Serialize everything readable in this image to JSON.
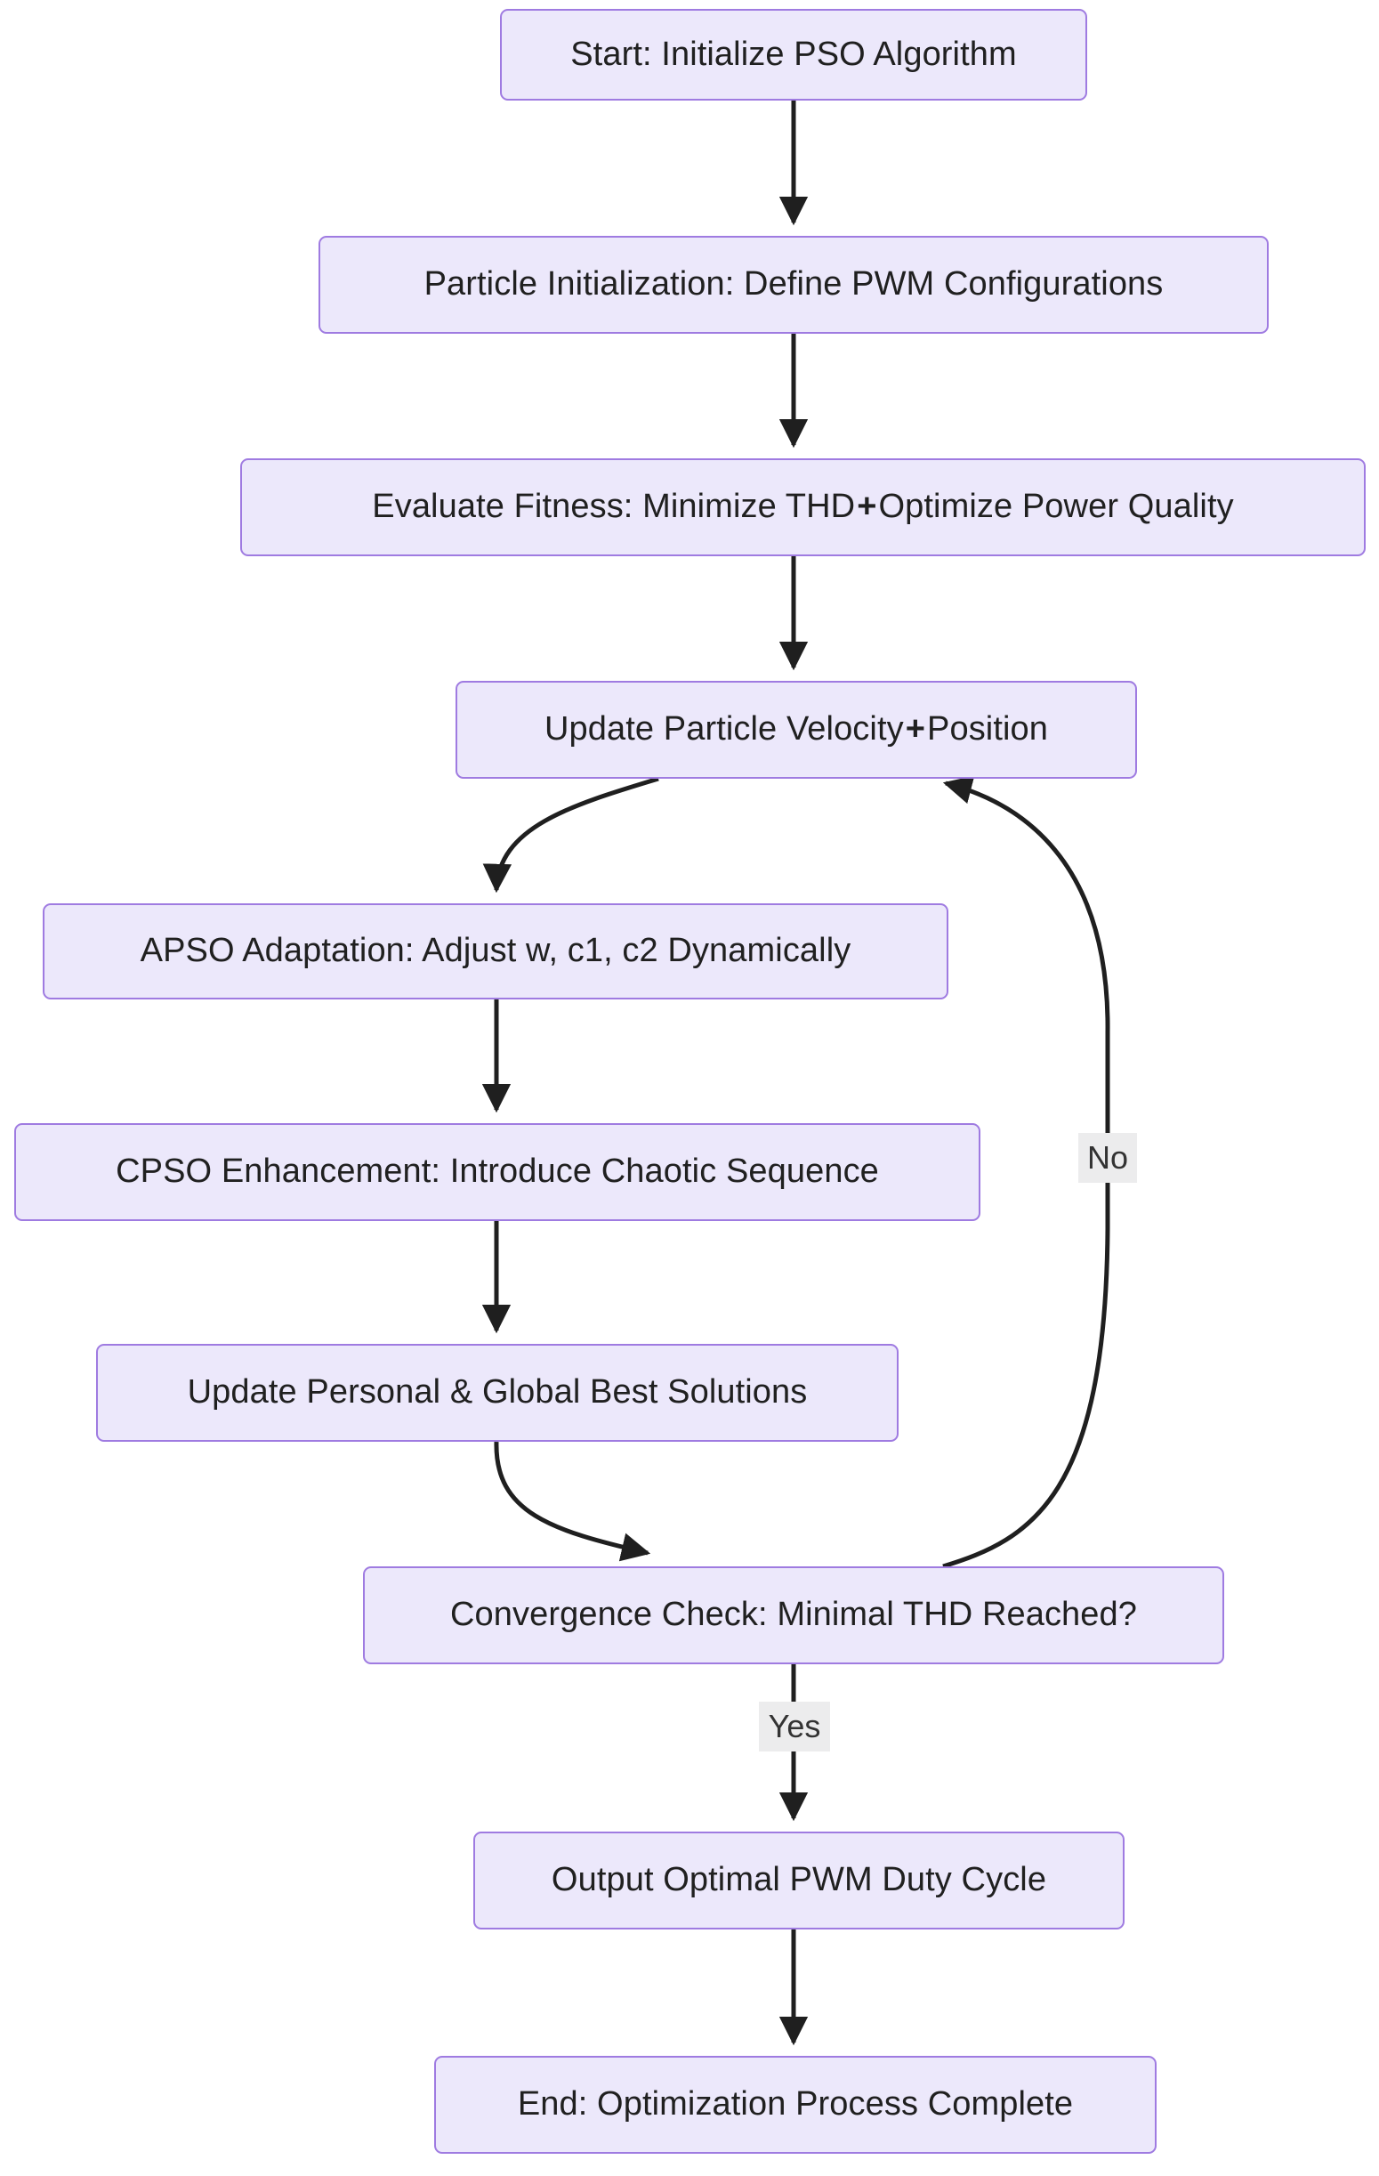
{
  "diagram": {
    "title": "PSO / APSO / CPSO PWM Optimization Flowchart",
    "type": "flowchart",
    "direction": "top-down",
    "colors": {
      "node_fill": "#ece8fb",
      "node_border": "#9f7be1",
      "node_text": "#202020",
      "edge_stroke": "#1f1f1f",
      "edge_label_bg": "#ececed",
      "background": "#ffffff"
    },
    "nodes": [
      {
        "id": "start",
        "label": "Start: Initialize PSO Algorithm"
      },
      {
        "id": "particle",
        "label": "Particle Initialization: Define PWM Configurations"
      },
      {
        "id": "fitness",
        "label_before": "Evaluate Fitness: Minimize THD ",
        "plus": "+",
        "label_after": " Optimize Power Quality"
      },
      {
        "id": "update",
        "label_before": "Update Particle Velocity ",
        "plus": "+",
        "label_after": " Position"
      },
      {
        "id": "apso",
        "label": "APSO Adaptation: Adjust w, c1, c2 Dynamically"
      },
      {
        "id": "cpso",
        "label": "CPSO Enhancement: Introduce Chaotic Sequence"
      },
      {
        "id": "best",
        "label": "Update Personal & Global Best Solutions"
      },
      {
        "id": "convergence",
        "label": "Convergence Check: Minimal THD Reached?"
      },
      {
        "id": "output",
        "label": "Output Optimal PWM Duty Cycle"
      },
      {
        "id": "end",
        "label": "End: Optimization Process Complete"
      }
    ],
    "edge_labels": {
      "no": "No",
      "yes": "Yes"
    },
    "edges": [
      {
        "from": "start",
        "to": "particle",
        "label": ""
      },
      {
        "from": "particle",
        "to": "fitness",
        "label": ""
      },
      {
        "from": "fitness",
        "to": "update",
        "label": ""
      },
      {
        "from": "update",
        "to": "apso",
        "label": ""
      },
      {
        "from": "apso",
        "to": "cpso",
        "label": ""
      },
      {
        "from": "cpso",
        "to": "best",
        "label": ""
      },
      {
        "from": "best",
        "to": "convergence",
        "label": ""
      },
      {
        "from": "convergence",
        "to": "output",
        "label": "Yes"
      },
      {
        "from": "convergence",
        "to": "update",
        "label": "No"
      },
      {
        "from": "output",
        "to": "end",
        "label": ""
      }
    ]
  }
}
